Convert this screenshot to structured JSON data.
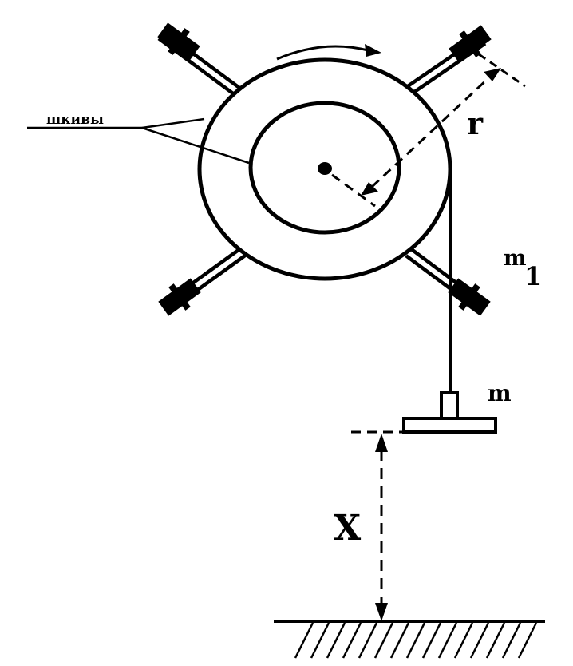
{
  "labels": {
    "pulleys": "шкивы",
    "radius": "r",
    "rod_mass_m": "m",
    "rod_mass_sub": "1",
    "hanging_mass": "m",
    "height": "X"
  },
  "colors": {
    "ink": "#000000",
    "background": "#ffffff"
  }
}
